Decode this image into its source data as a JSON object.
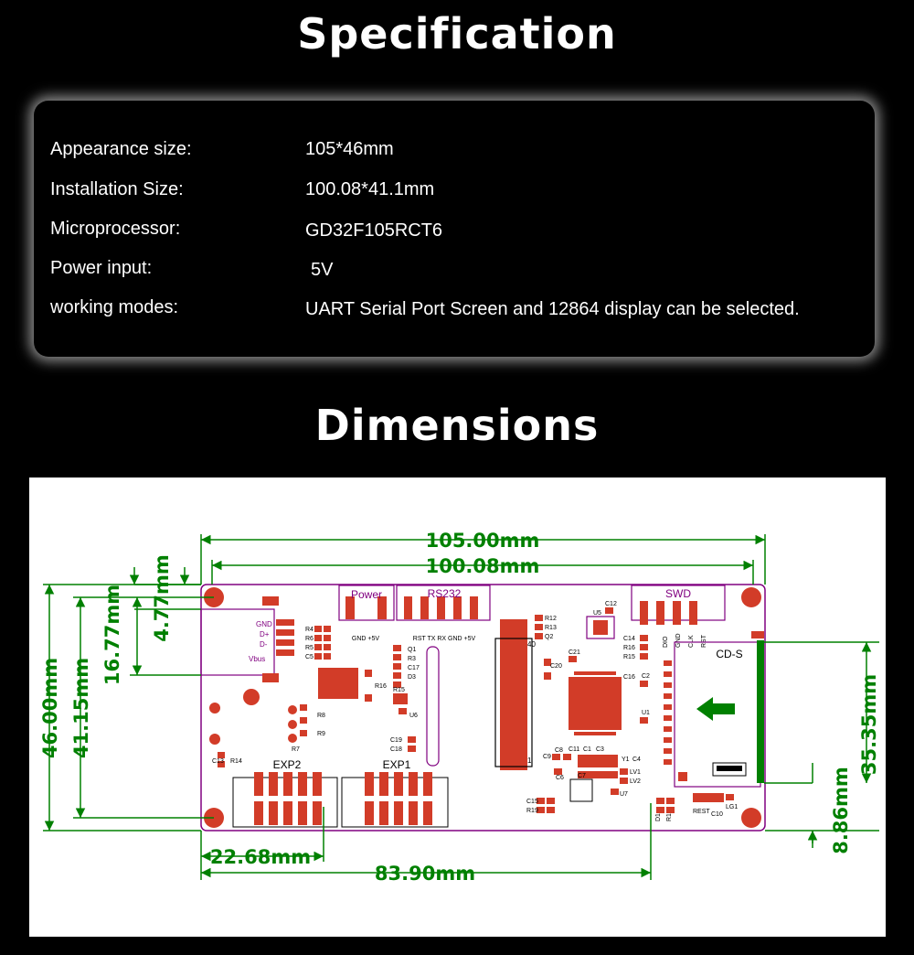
{
  "specification": {
    "title": "Specification",
    "rows": [
      {
        "label": "Appearance size:",
        "value": "105*46mm"
      },
      {
        "label": "Installation Size:",
        "value": "100.08*41.1mm"
      },
      {
        "label": "Microprocessor:",
        "value": "GD32F105RCT6"
      },
      {
        "label": "Power input:",
        "value": "5V"
      },
      {
        "label": "working modes:",
        "value": "UART Serial Port Screen and 12864 display can be selected."
      }
    ]
  },
  "dimensions": {
    "title": "Dimensions",
    "measurements": {
      "overall_width": "105.00mm",
      "install_width": "100.08mm",
      "overall_height": "46.00mm",
      "install_height": "41.15mm",
      "usb_offset": "16.77mm",
      "top_offset": "4.77mm",
      "sd_height": "35.35mm",
      "sd_bottom": "8.86mm",
      "exp_offset": "22.68mm",
      "dial_offset": "83.90mm"
    },
    "labels": {
      "power": "Power",
      "power_pins": "GND +5V",
      "rs232": "RS232",
      "rs232_pins": "RST TX RX GND +5V",
      "swd": "SWD",
      "sd": "CD-S",
      "exp1": "EXP1",
      "exp2": "EXP2",
      "usb_pins": [
        "GND",
        "D+",
        "D-",
        "Vbus"
      ],
      "swd_pins": [
        "DIO",
        "GND",
        "CLK",
        "RST"
      ],
      "refs": [
        "R4",
        "R6",
        "R5",
        "C5",
        "R7",
        "R8",
        "R9",
        "C13",
        "R14",
        "R12",
        "R13",
        "Q2",
        "U5",
        "C12",
        "C14",
        "R16",
        "R15",
        "U6",
        "Q1",
        "R3",
        "C17",
        "D3",
        "R18",
        "C19",
        "C18",
        "C20",
        "C21",
        "C16",
        "C2",
        "U1",
        "C9",
        "C8",
        "C11",
        "C1",
        "C3",
        "Y1",
        "C4",
        "LV1",
        "LV2",
        "C7",
        "C6",
        "U7",
        "C15",
        "R19",
        "R1",
        "R2",
        "D1",
        "R1",
        "REST",
        "C10",
        "LG1",
        "40",
        "1"
      ]
    },
    "colors": {
      "dim": "#008000",
      "outline": "#800080",
      "pad": "#d23c28",
      "silk": "#000000"
    }
  }
}
